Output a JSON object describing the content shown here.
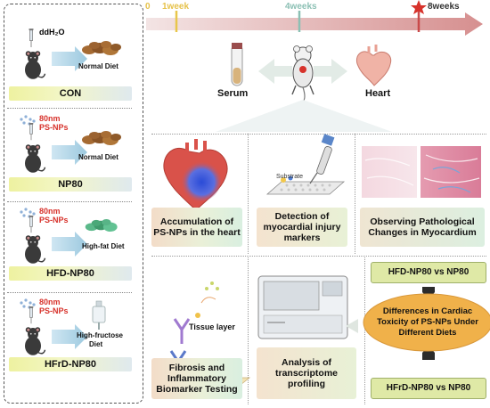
{
  "timeline": {
    "start": "0",
    "w1": "1week",
    "w4": "4weeks",
    "w8": "8weeks"
  },
  "groups": [
    {
      "id": "CON",
      "label": "CON",
      "water": "ddH₂O",
      "np_size": "",
      "np_name": "",
      "diet": "Normal Diet"
    },
    {
      "id": "NP80",
      "label": "NP80",
      "water": "",
      "np_size": "80nm",
      "np_name": "PS-NPs",
      "diet": "Normal Diet"
    },
    {
      "id": "HFD",
      "label": "HFD-NP80",
      "water": "",
      "np_size": "80nm",
      "np_name": "PS-NPs",
      "diet": "High-fat Diet"
    },
    {
      "id": "HFrD",
      "label": "HFrD-NP80",
      "water": "",
      "np_size": "80nm",
      "np_name": "PS-NPs",
      "diet_line1": "High-fructose",
      "diet_line2": "Diet"
    }
  ],
  "samples": {
    "serum": "Serum",
    "heart": "Heart"
  },
  "analyses": {
    "accumulation": [
      "Accumulation of",
      "PS-NPs in the heart"
    ],
    "detection": [
      "Detection of",
      "myocardial injury",
      "markers"
    ],
    "substrate": "Substrate",
    "pathology": [
      "Observing Pathological",
      "Changes in Myocardium"
    ],
    "tissue_layer": "Tissue layer",
    "fibrosis": [
      "Fibrosis and",
      "Inflammatory",
      "Biomarker Testing"
    ],
    "transcriptome": [
      "Analysis of",
      "transcriptome",
      "profiling"
    ]
  },
  "comparison": {
    "top": "HFD-NP80 vs NP80",
    "bottom": "HFrD-NP80 vs NP80",
    "center": [
      "Differences in Cardiac",
      "Toxicity of PS-NPs Under",
      "Different Diets"
    ]
  },
  "colors": {
    "np_red": "#d7322b",
    "ellipse": "#f0b14a",
    "timeline": "#d9a5a5",
    "dark_border": "#2a2a2a"
  }
}
